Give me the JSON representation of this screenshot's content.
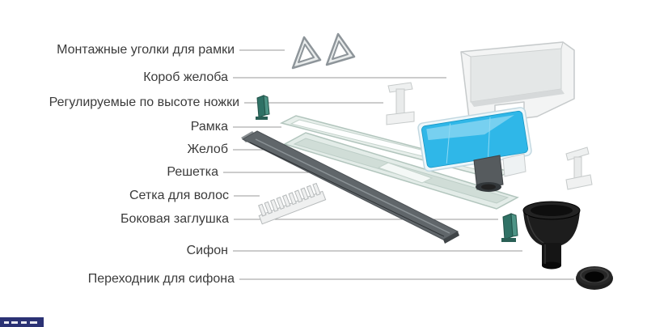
{
  "diagram": {
    "type": "exploded-parts-diagram",
    "subject": "shower-drain-channel-assembly",
    "labels": [
      {
        "id": "mounting-corners",
        "text": "Монтажные уголки для рамки"
      },
      {
        "id": "gutter-box",
        "text": "Короб желоба"
      },
      {
        "id": "adjustable-legs",
        "text": "Регулируемые по высоте ножки"
      },
      {
        "id": "frame",
        "text": "Рамка"
      },
      {
        "id": "channel",
        "text": "Желоб"
      },
      {
        "id": "grate",
        "text": "Решетка"
      },
      {
        "id": "hair-strainer",
        "text": "Сетка для волос"
      },
      {
        "id": "side-plug",
        "text": "Боковая заглушка"
      },
      {
        "id": "siphon",
        "text": "Сифон"
      },
      {
        "id": "siphon-adapter",
        "text": "Переходник для сифона"
      }
    ],
    "colors": {
      "text": "#3b3b3b",
      "leader_line": "#9a9a9a",
      "plastic_white": "#f2f3f3",
      "plastic_stroke": "#c6cacb",
      "mint_part": "#e3ece8",
      "mint_stroke": "#afc4bc",
      "grate_gray": "#5f6569",
      "film_blue": "#2fb7e8",
      "plug_teal": "#2f7165",
      "siphon_black": "#1b1b1b",
      "watermark_navy": "#2b3274"
    }
  }
}
